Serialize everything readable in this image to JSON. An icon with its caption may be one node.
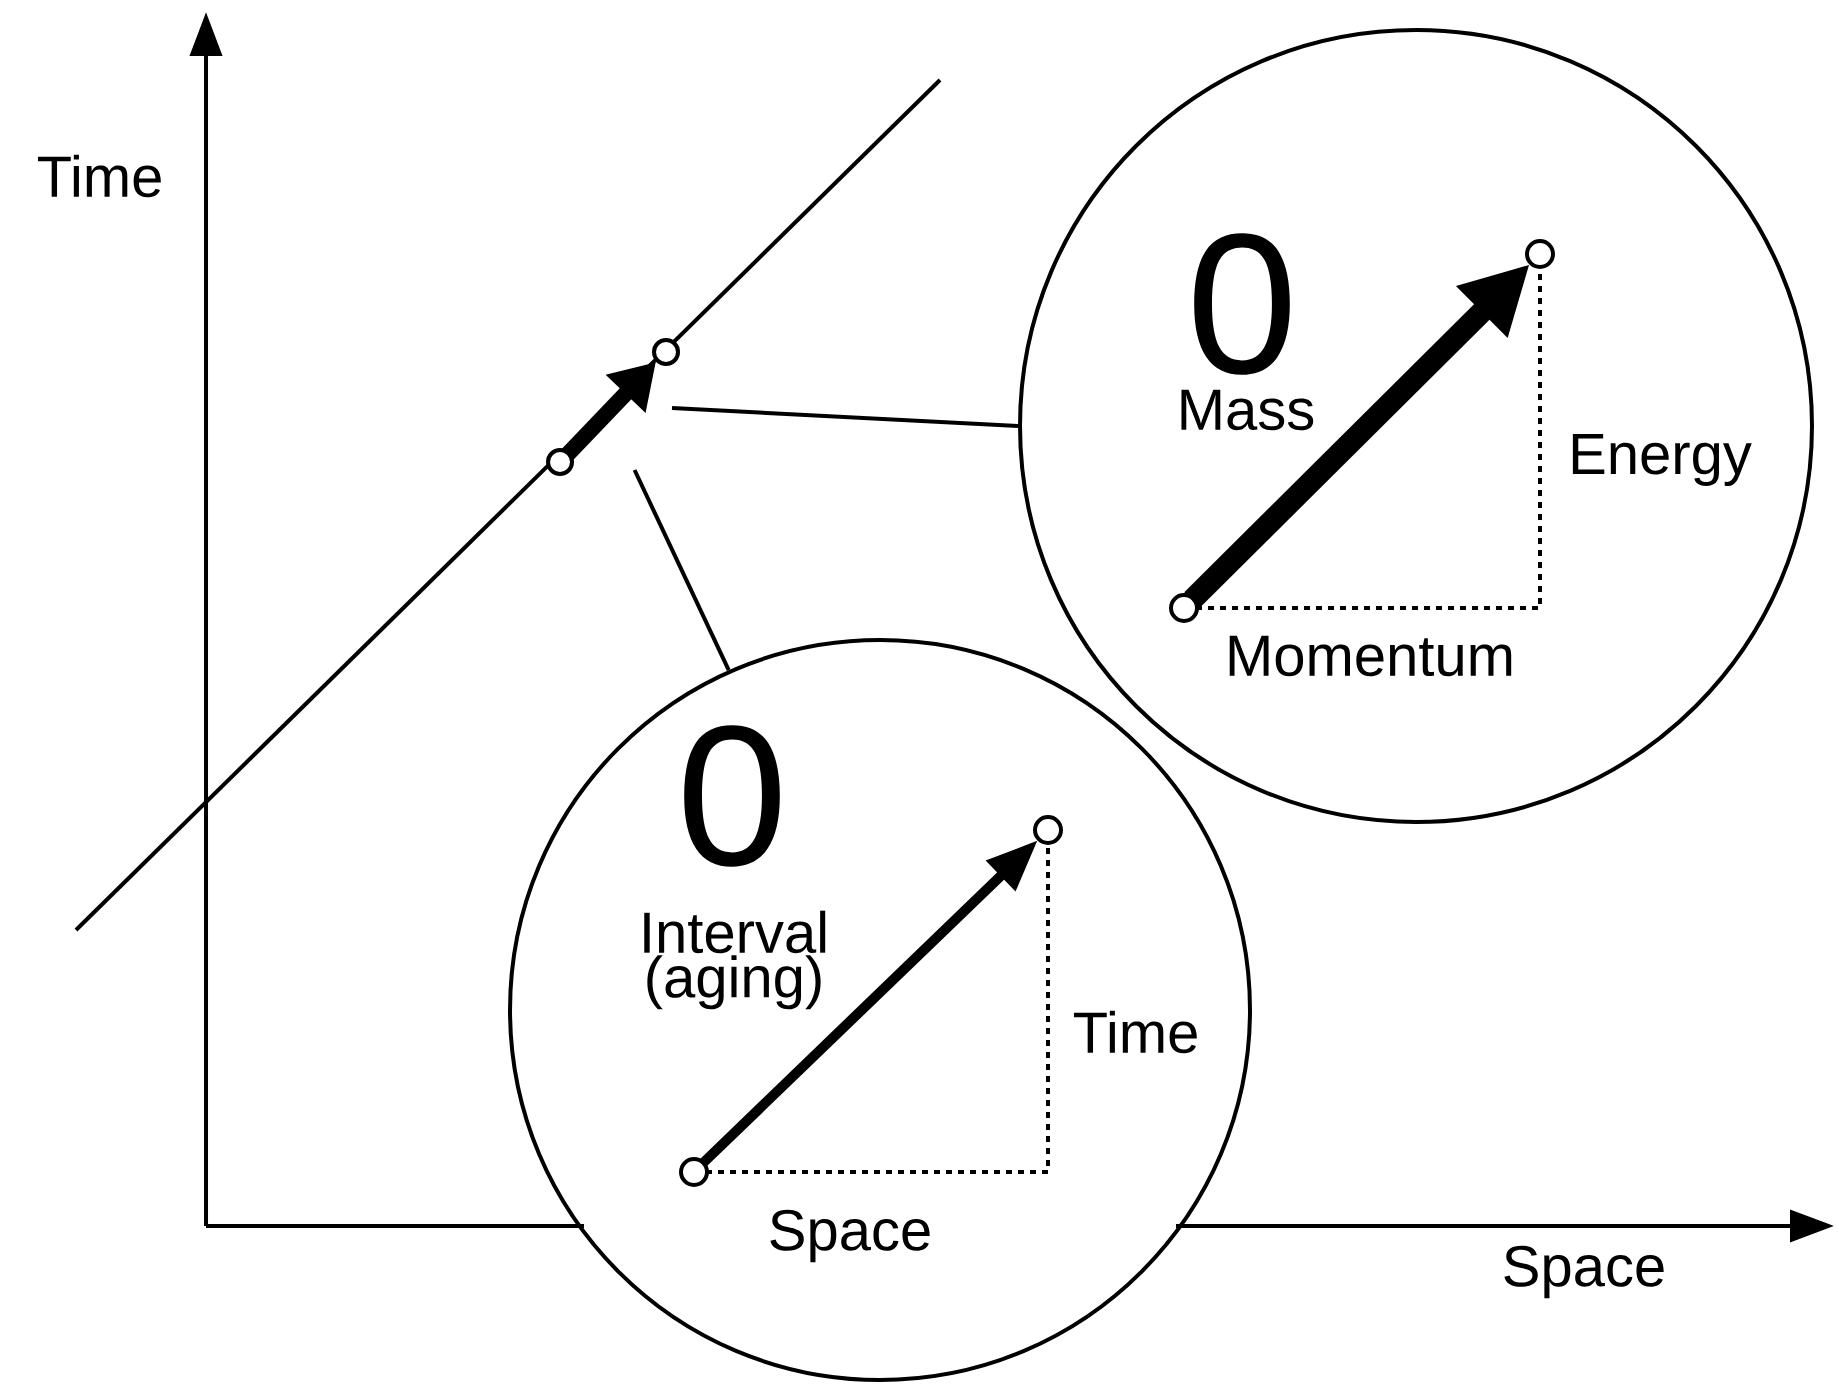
{
  "diagram": {
    "nodes": [
      {
        "text": [],
        "shape": "arrow"
      },
      {
        "text": [
          "0",
          "Mass",
          "Energy",
          "Momentum"
        ]
      },
      {
        "text": [
          "0",
          "Interval (aging)",
          "Time",
          "Space"
        ]
      }
    ],
    "edges": [
      {
        "from": 0,
        "to": 1,
        "arrow": "none"
      },
      {
        "from": 0,
        "to": 2,
        "arrow": "none"
      }
    ],
    "labels": [
      "Time",
      "Space"
    ]
  }
}
